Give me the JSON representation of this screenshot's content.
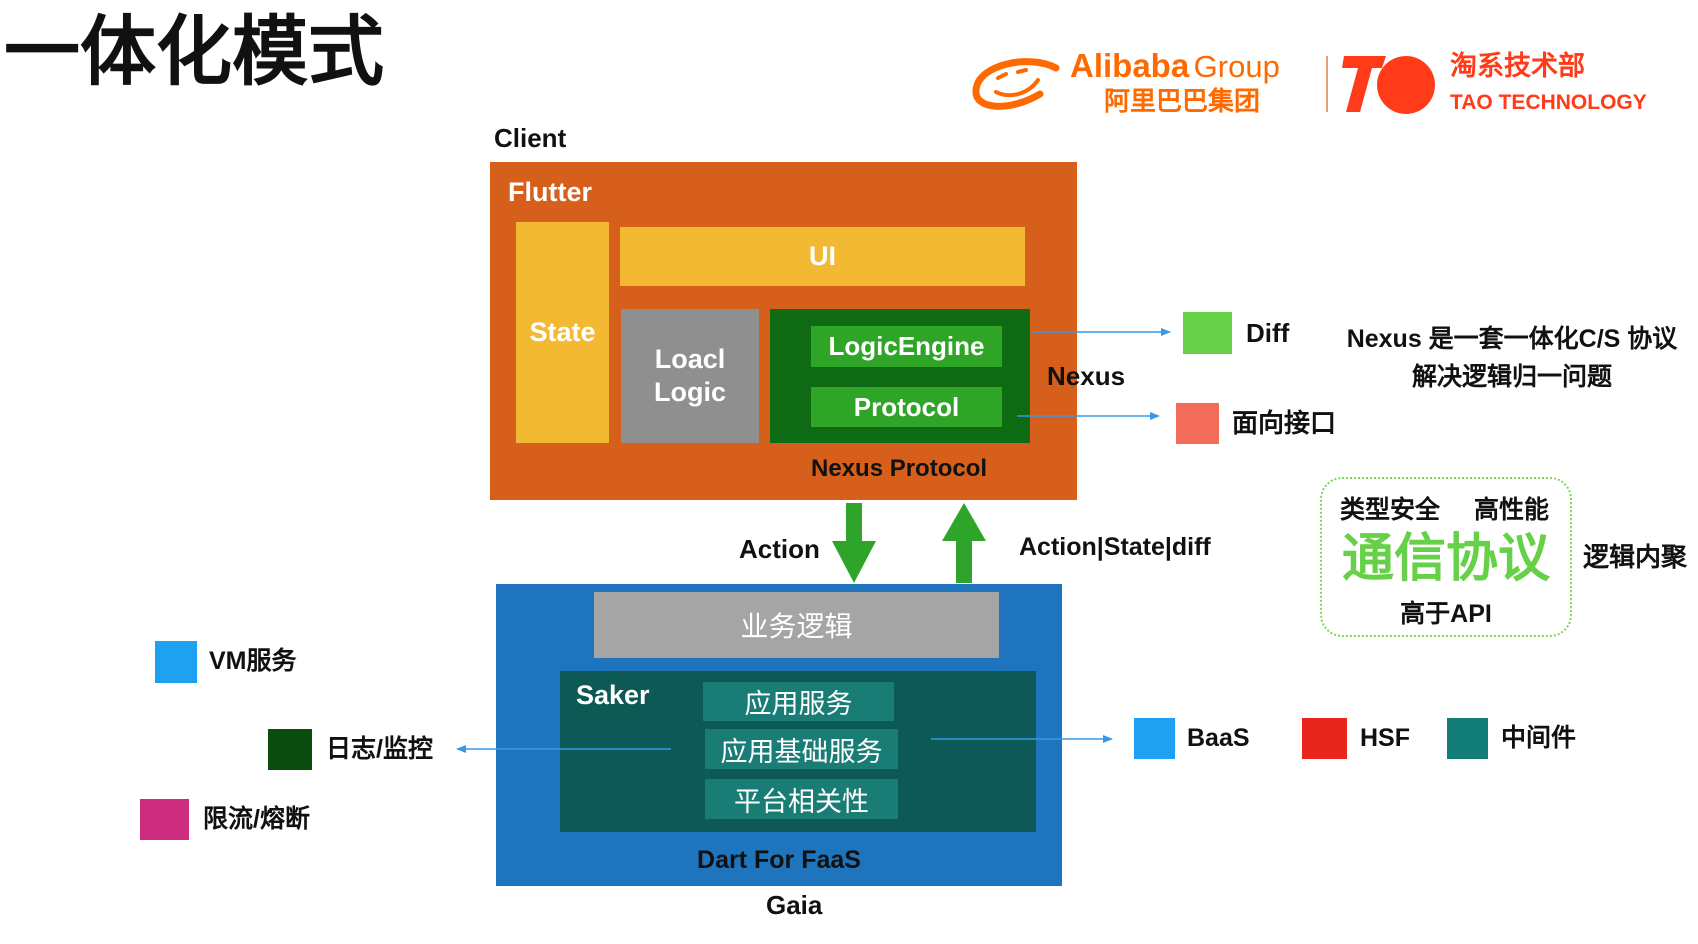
{
  "title": "一体化模式",
  "branding": {
    "alibaba_name": "Alibaba",
    "alibaba_group": "Group",
    "alibaba_cn": "阿里巴巴集团",
    "tao_cn": "淘系技术部",
    "tao_en": "TAO TECHNOLOGY",
    "alibaba_color": "#FF6A00",
    "tao_color": "#FF3B1A",
    "logo_icons": [
      "alibaba-logo-icon",
      "tao-logo-icon"
    ]
  },
  "client": {
    "label": "Client",
    "flutter": {
      "label": "Flutter",
      "state": "State",
      "ui": "UI",
      "local_logic": [
        "Loacl",
        "Logic"
      ],
      "logic_engine": "LogicEngine",
      "protocol": "Protocol",
      "nexus_protocol": "Nexus Protocol"
    }
  },
  "nexus": {
    "label": "Nexus",
    "outputs": [
      {
        "label": "Diff",
        "color": "#66D148"
      },
      {
        "label": "面向接口",
        "color": "#F26B5B"
      }
    ],
    "description": [
      "Nexus 是一套一体化C/S 协议",
      "解决逻辑归一问题"
    ]
  },
  "protocol_panel": {
    "features": [
      "类型安全",
      "高性能"
    ],
    "headline": "通信协议",
    "footer": "高于API",
    "side_note": "逻辑内聚"
  },
  "flows": {
    "down": "Action",
    "up": "Action|State|diff"
  },
  "server": {
    "business_logic": "业务逻辑",
    "saker": {
      "label": "Saker",
      "items": [
        "应用服务",
        "应用基础服务",
        "平台相关性"
      ]
    },
    "runtime": "Dart For FaaS",
    "label": "Gaia"
  },
  "legend_left": [
    {
      "label": "VM服务",
      "color": "#1FA1F2"
    },
    {
      "label": "日志/监控",
      "color": "#0B4D0F"
    },
    {
      "label": "限流/熔断",
      "color": "#CC2D7E"
    }
  ],
  "legend_right": [
    {
      "label": "BaaS",
      "color": "#1FA1F2"
    },
    {
      "label": "HSF",
      "color": "#E8261D"
    },
    {
      "label": "中间件",
      "color": "#137D77"
    }
  ],
  "colors": {
    "flutter": "#D65F1C",
    "state": "#F4B932",
    "ui": "#F4B932",
    "local_logic": "#8F8F8F",
    "nexus_box": "#0F6A14",
    "nexus_item": "#2FA528",
    "gaia": "#1E75BD",
    "business_logic": "#A5A5A5",
    "saker": "#0D5955",
    "saker_item": "#197D76",
    "flow_arrow": "#2EA52A",
    "connector": "#3A97E8",
    "headline": "#66D148",
    "panel_border": "#7ED957"
  }
}
